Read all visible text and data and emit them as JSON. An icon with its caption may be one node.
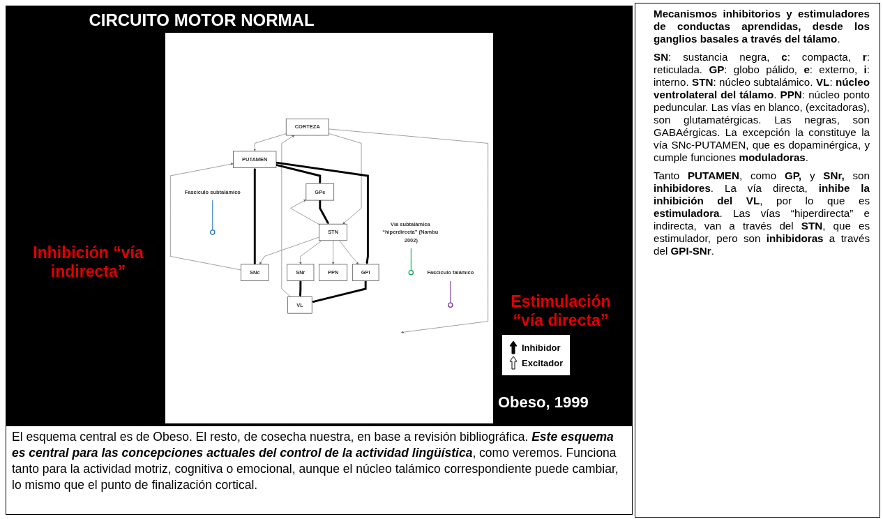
{
  "diagram": {
    "title": "CIRCUITO MOTOR NORMAL",
    "caption": "El esquema central es de Obeso. El resto, de cosecha nuestra, en base a revisión bibliográfica. **Este esquema es central para las concepciones actuales del control de la actividad lingüística**, como veremos. Funciona tanto para la actividad motriz, cognitiva o emocional, aunque el núcleo talámico correspondiente puede cambiar, lo mismo que el punto de finalización cortical.",
    "nodes": [
      {
        "text": [
          "CORTEZA"
        ]
      },
      {
        "text": [
          "PUTAMEN"
        ]
      },
      {
        "text": [
          "SNc"
        ]
      },
      {
        "text": [
          "GPe"
        ]
      },
      {
        "text": [
          "STN"
        ]
      },
      {
        "text": [
          "GPi"
        ]
      },
      {
        "text": [
          "SNr"
        ]
      },
      {
        "text": [
          "PPN"
        ]
      },
      {
        "text": [
          "VL"
        ]
      },
      {
        "text": [
          "Fascículo subtalámico"
        ]
      },
      {
        "text": [],
        "shape": "circle"
      },
      {
        "text": [
          "Fascículo talámico"
        ]
      },
      {
        "text": [],
        "shape": "circle"
      },
      {
        "text": [
          "Vía subtalámica “hiperdirecta” (Nambu 2002)"
        ]
      },
      {
        "text": [],
        "shape": "circle"
      }
    ],
    "edges": [
      {
        "from": 0,
        "to": 1,
        "arrow": "to"
      },
      {
        "from": 0,
        "to": null,
        "arrow": "to"
      },
      {
        "from": 0,
        "to": 4,
        "arrow": "to"
      },
      {
        "from": 8,
        "to": 0,
        "arrow": "to"
      },
      {
        "from": 2,
        "to": 1,
        "arrow": "to",
        "style": "thick",
        "color": "#000000"
      },
      {
        "from": 2,
        "to": 1,
        "arrow": "to"
      },
      {
        "from": 1,
        "to": 3,
        "arrow": "to",
        "style": "thick",
        "color": "#000000"
      },
      {
        "from": 1,
        "to": 5,
        "arrow": "to",
        "style": "thick",
        "color": "#000000"
      },
      {
        "from": 3,
        "to": 4,
        "arrow": "to",
        "style": "thick",
        "color": "#000000"
      },
      {
        "from": 4,
        "to": 3,
        "arrow": "to"
      },
      {
        "from": 4,
        "to": 2,
        "arrow": "to"
      },
      {
        "from": 4,
        "to": 5,
        "arrow": "to"
      },
      {
        "from": 4,
        "to": 6,
        "arrow": "to"
      },
      {
        "from": 4,
        "to": 7,
        "arrow": "to"
      },
      {
        "from": 5,
        "to": 8,
        "arrow": "to",
        "style": "thick",
        "color": "#000000"
      },
      {
        "from": 6,
        "to": 8,
        "arrow": "to",
        "style": "thick",
        "color": "#000000"
      },
      {
        "from": 9,
        "to": 10,
        "arrow": "none",
        "color": "#1f6fc0"
      },
      {
        "from": 11,
        "to": 12,
        "arrow": "none",
        "color": "#7030a0"
      },
      {
        "from": 13,
        "to": 14,
        "arrow": "none",
        "color": "#00a550"
      }
    ],
    "labels": [
      "Inhibición “vía indirecta”",
      "Estimulación “vía directa”",
      "Obeso, 1999",
      "**Mecanismos inhibitorios y estimuladores de conductas aprendidas, desde los ganglios basales a través del tálamo**.",
      "**SN**: sustancia negra, **c**: compacta, **r**: reticulada. **GP**: globo pálido, **e**: externo, **i**: interno. **STN**: núcleo subtalámico. **VL**: **núcleo ventrolateral del tálamo**. **PPN**: núcleo ponto peduncular. Las vías en blanco, (excitadoras), son glutamatérgicas. Las negras, son GABAérgicas. La excepción la constituye la vía SNc-PUTAMEN, que es dopaminérgica, y cumple funciones **moduladoras**.",
      "Tanto **PUTAMEN**, como **GP,** y **SNr,** son **inhibidores**. La vía directa, **inhibe la inhibición del VL**, por lo que es **estimuladora**. Las vías “hiperdirecta” e indirecta, van a través del **STN**, que es estimulador, pero son **inhibidoras** a través del **GPI-SNr**."
    ],
    "legend": [
      {
        "text": "Inhibidor"
      },
      {
        "text": "Excitador"
      }
    ]
  }
}
